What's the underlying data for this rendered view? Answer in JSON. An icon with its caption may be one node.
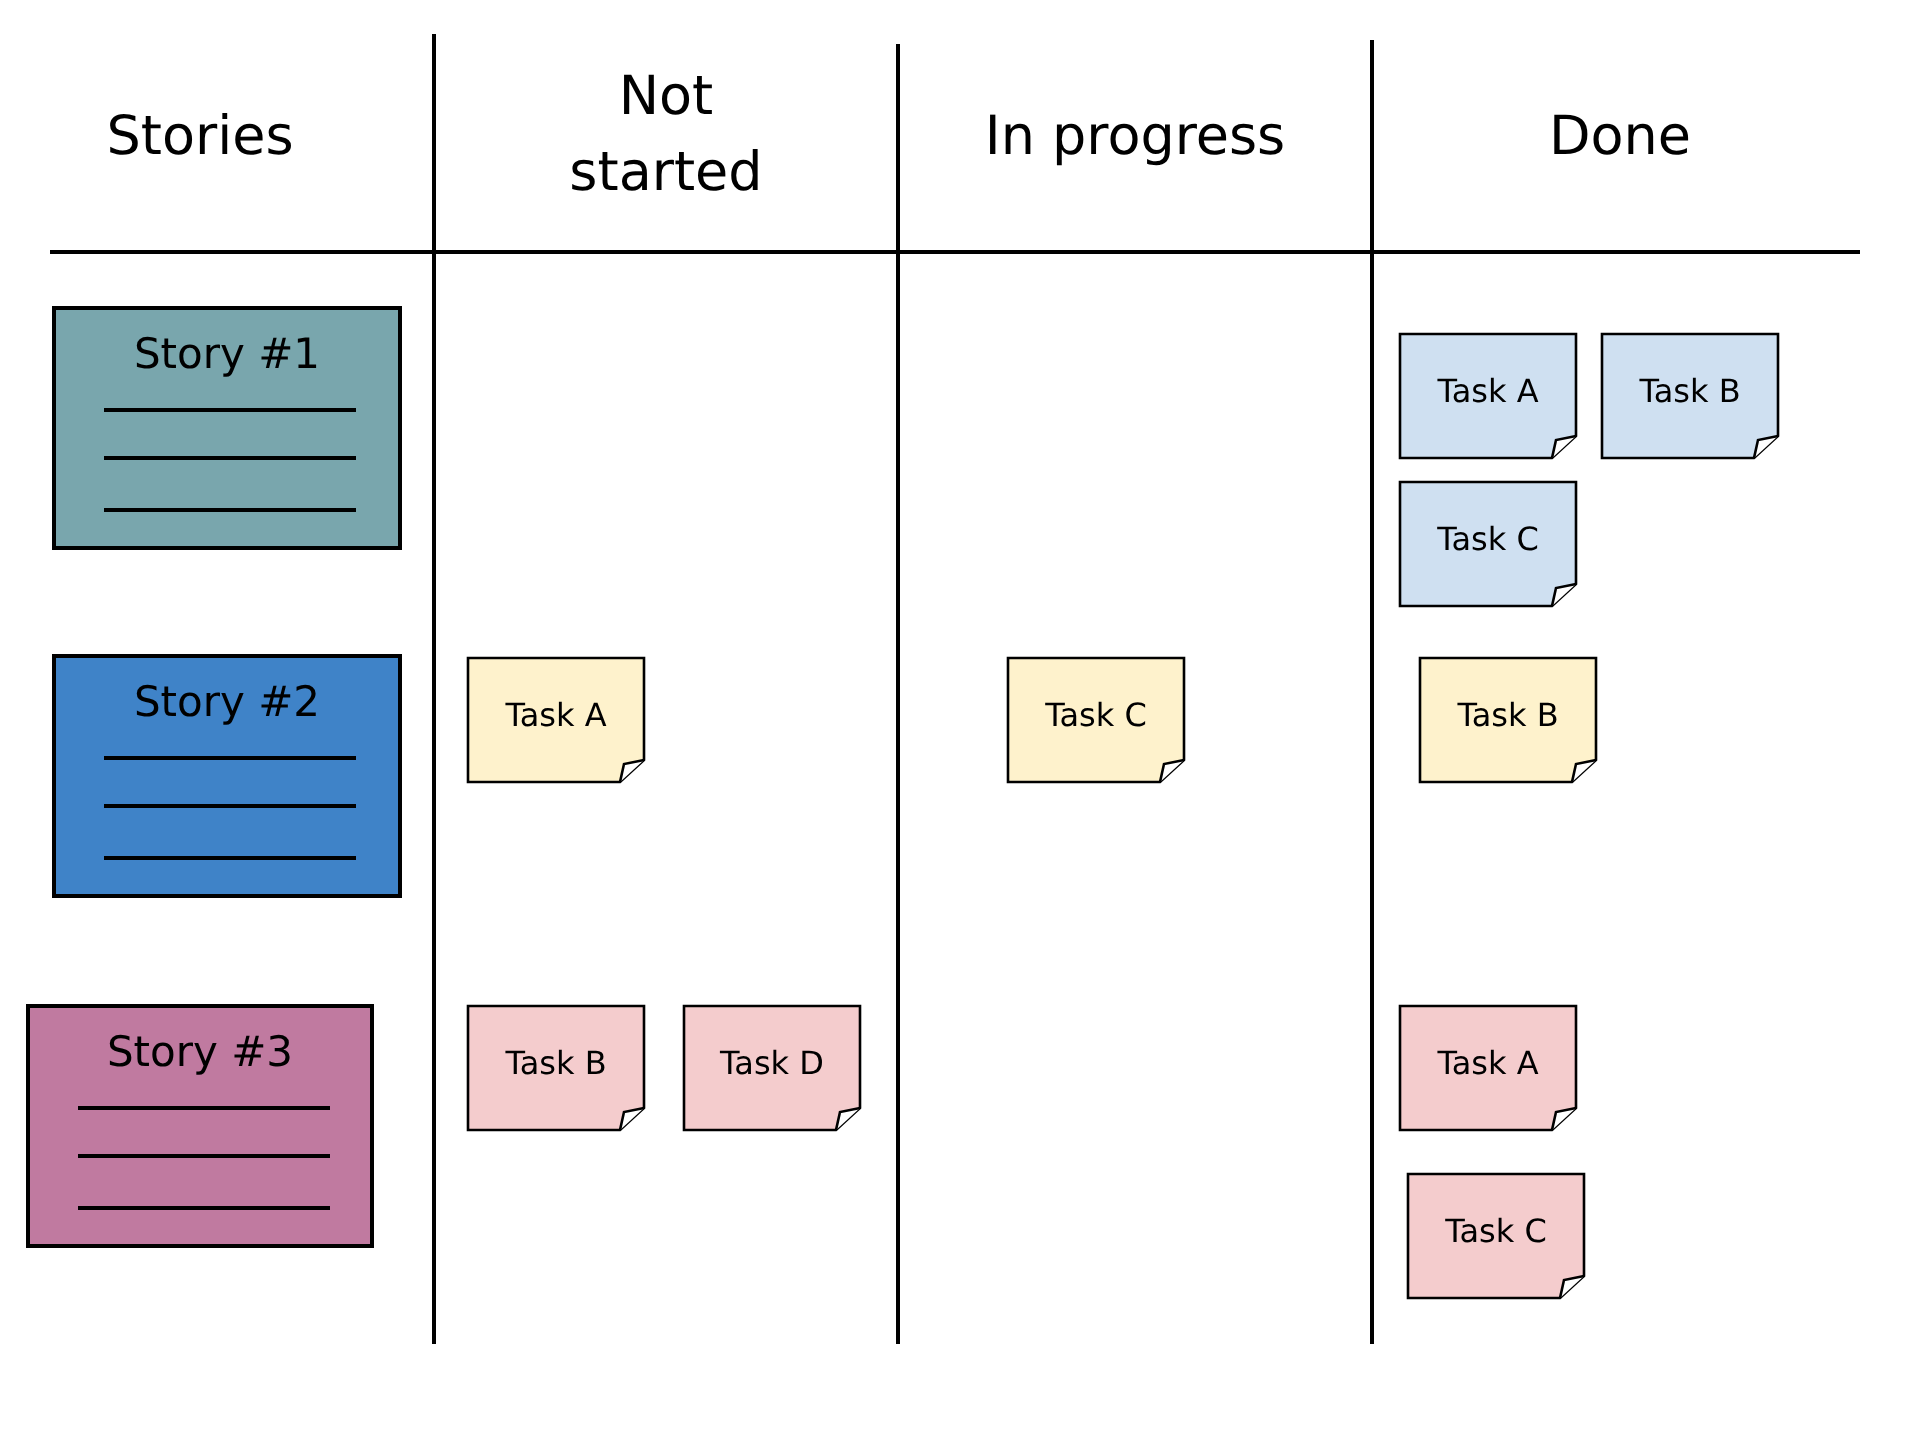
{
  "diagram": {
    "nodes": [
      {
        "text": [
          "Story #1"
        ]
      },
      {
        "text": [
          "Task A"
        ]
      },
      {
        "text": [
          "Task B"
        ]
      },
      {
        "text": [
          "Task C"
        ]
      },
      {
        "text": [
          "Story #2"
        ]
      },
      {
        "text": [
          "Task A"
        ]
      },
      {
        "text": [
          "Task C"
        ]
      },
      {
        "text": [
          "Task B"
        ]
      },
      {
        "text": [
          "Story #3"
        ]
      },
      {
        "text": [
          "Task B"
        ]
      },
      {
        "text": [
          "Task D"
        ]
      },
      {
        "text": [
          "Task A"
        ]
      },
      {
        "text": [
          "Task C"
        ]
      }
    ],
    "labels": [
      "Stories",
      "Not started",
      "In progress",
      "Done"
    ]
  }
}
